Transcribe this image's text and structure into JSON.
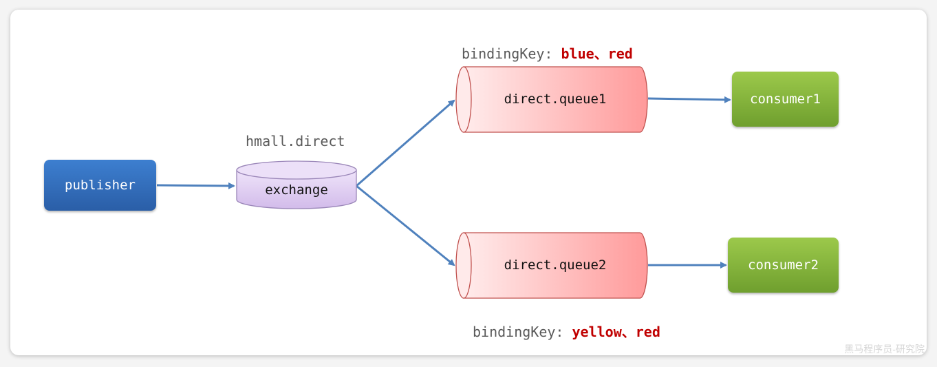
{
  "publisher": {
    "label": "publisher"
  },
  "exchange": {
    "name": "hmall.direct",
    "label": "exchange"
  },
  "queues": [
    {
      "label": "direct.queue1",
      "binding_prefix": "bindingKey: ",
      "binding_keys": "blue、red"
    },
    {
      "label": "direct.queue2",
      "binding_prefix": "bindingKey: ",
      "binding_keys": "yellow、red"
    }
  ],
  "consumers": [
    {
      "label": "consumer1"
    },
    {
      "label": "consumer2"
    }
  ],
  "watermark": "黑马程序员-研究院",
  "colors": {
    "publisher": "#2f69b5",
    "consumer": "#86b33b",
    "queue_fill_start": "#ffecec",
    "queue_fill_end": "#ff9a9a",
    "exchange_fill": "#dcc8ef",
    "arrow": "#4f81bd",
    "binding_key": "#c00000"
  }
}
